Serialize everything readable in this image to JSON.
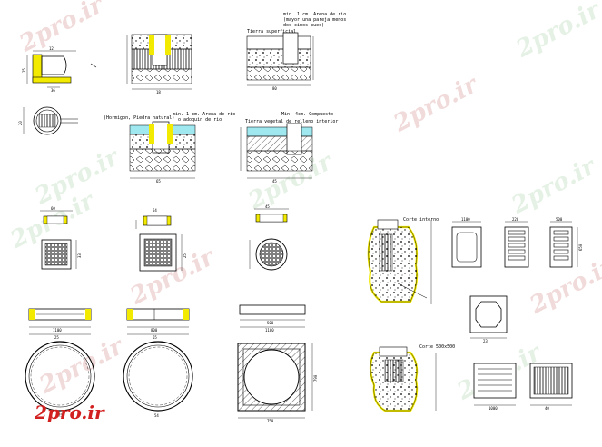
{
  "watermark": {
    "text": "2pro.ir"
  },
  "brand": {
    "text": "2pro.ir"
  },
  "notes": {
    "sand_top_1": "min. 1 cm. Arena de rio",
    "sand_top_2": "(mayor una pareja menos",
    "sand_top_3": "dos cimos pues)",
    "surface_top": "Tierra superficial",
    "left_section": "(Hormigon, Piedra natural)",
    "sand_mid": "min. 1 cm. Arena de rio",
    "sand_mid_2": "o adoquin de rio",
    "mid_right_1": "Min. 4cm. Compuesto",
    "mid_right_2": "Tierra vegetal de relleno interior",
    "section_a": "Corte interno",
    "section_b": "Corte 500x500"
  },
  "dimensions": {
    "d1": "12",
    "d2": "25",
    "d3": "36",
    "d4": "20",
    "d5": "18",
    "d6": "80",
    "d7": "65",
    "d8": "45",
    "d9": "60",
    "d10": "33",
    "d11": "54",
    "d12": "25",
    "d13": "45",
    "d14": "1100",
    "d15": "25",
    "d16": "800",
    "d17": "65",
    "d18": "75",
    "d19": "54",
    "d20": "500",
    "d21": "1100",
    "d22": "750",
    "d23": "790",
    "d24": "1100",
    "d25": "220",
    "d26": "500",
    "d27": "650",
    "d28": "23",
    "d29": "1000",
    "d30": "40"
  },
  "colors": {
    "accent": "#d21f1f",
    "highlight": "#f2ea00",
    "cyan": "#9fe8f0",
    "line": "#000000"
  }
}
